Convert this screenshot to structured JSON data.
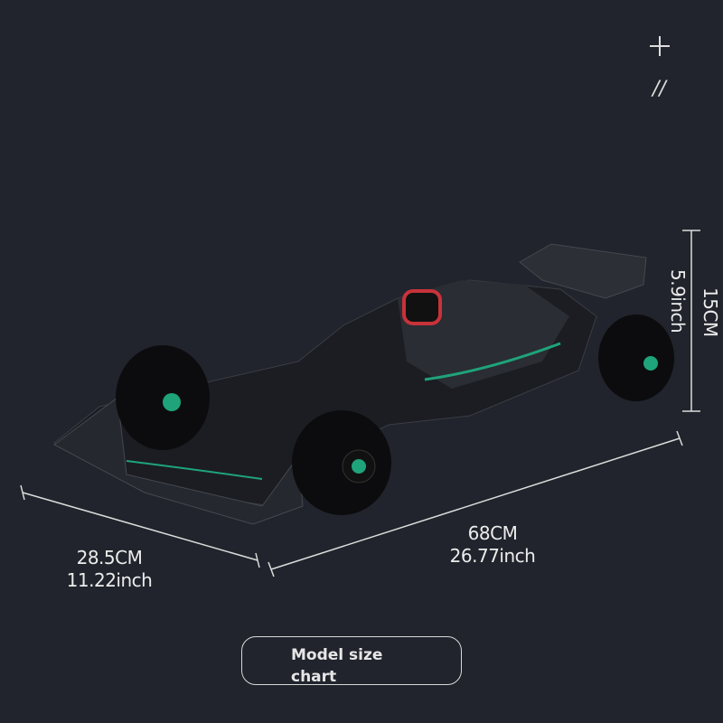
{
  "decor": {
    "plus_icon": "plus-icon",
    "slash_icon": "double-slash-icon"
  },
  "dimensions": {
    "length": {
      "cm": "68CM",
      "inch": "26.77inch"
    },
    "width": {
      "cm": "28.5CM",
      "inch": "11.22inch"
    },
    "height": {
      "cm": "15CM",
      "inch": "5.9inch"
    }
  },
  "button": {
    "line1": "Model size",
    "line2": "chart"
  },
  "colors": {
    "background": "#21242c",
    "accent_green": "#1fa37a",
    "intake_red": "#c8323a"
  }
}
